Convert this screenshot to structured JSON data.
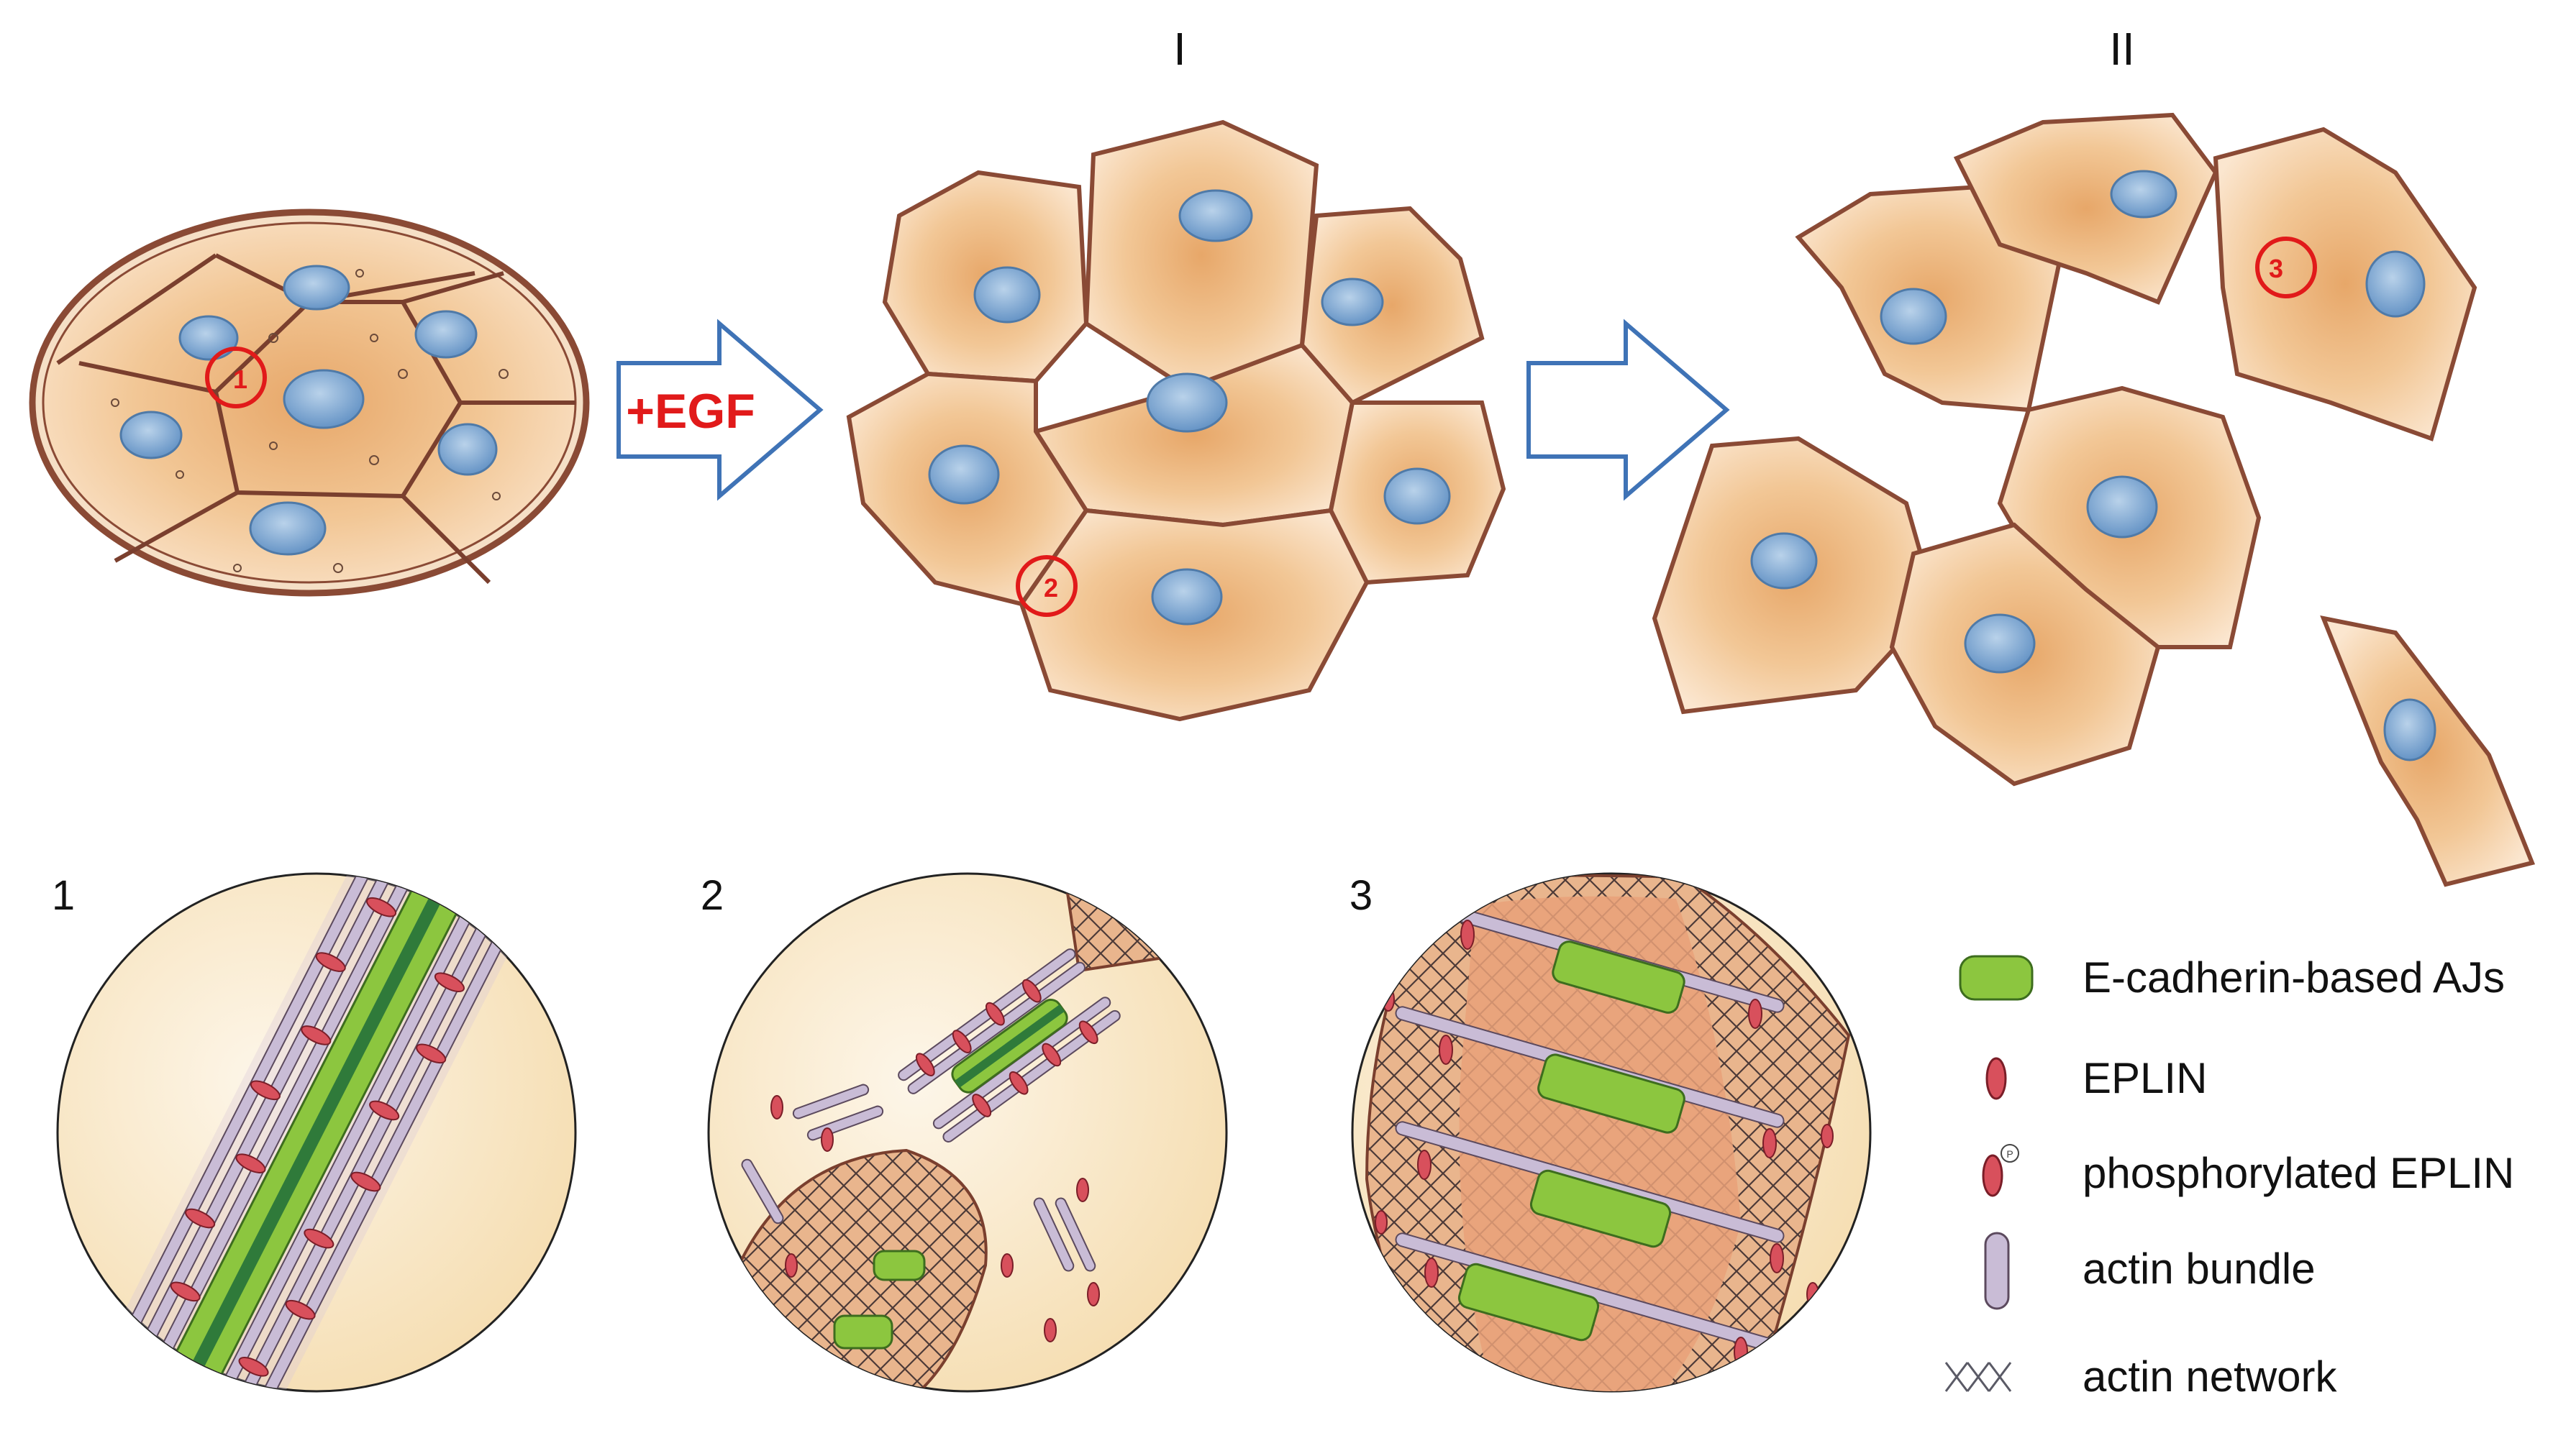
{
  "stage_labels": {
    "stage_one": "I",
    "stage_two": "II"
  },
  "treatment_label": "+EGF",
  "junction_markers": [
    "1",
    "2",
    "3"
  ],
  "zoom_labels": [
    "1",
    "2",
    "3"
  ],
  "legend": {
    "items": [
      {
        "icon": "e-cadherin-aj-icon",
        "label": "E-cadherin-based AJs"
      },
      {
        "icon": "eplin-icon",
        "label": "EPLIN"
      },
      {
        "icon": "phosphorylated-eplin-icon",
        "label": "phosphorylated EPLIN"
      },
      {
        "icon": "actin-bundle-icon",
        "label": "actin bundle"
      },
      {
        "icon": "actin-network-icon",
        "label": "actin network"
      }
    ]
  },
  "colors": {
    "cell_fill": "#f4d2a8",
    "cell_outline": "#8a4a35",
    "nucleus": "#7fa6cf",
    "e_cadherin": "#8cc63f",
    "eplin": "#d8505c",
    "actin_bundle": "#c9bcd6",
    "marker": "#e11a1a",
    "arrow": "#3f73b6"
  }
}
